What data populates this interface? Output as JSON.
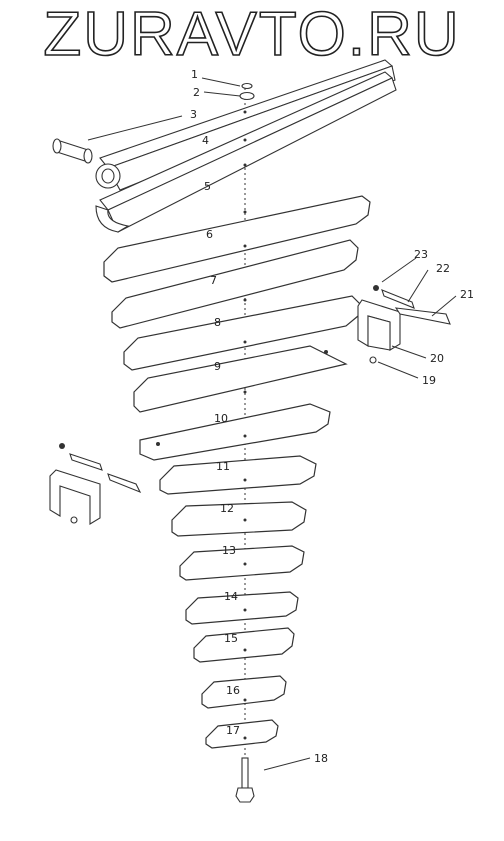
{
  "watermark": "ZURAVTO.RU",
  "callouts": [
    "1",
    "2",
    "3",
    "4",
    "5",
    "6",
    "7",
    "8",
    "9",
    "10",
    "11",
    "12",
    "13",
    "14",
    "15",
    "16",
    "17",
    "18",
    "19",
    "20",
    "21",
    "22",
    "23"
  ]
}
